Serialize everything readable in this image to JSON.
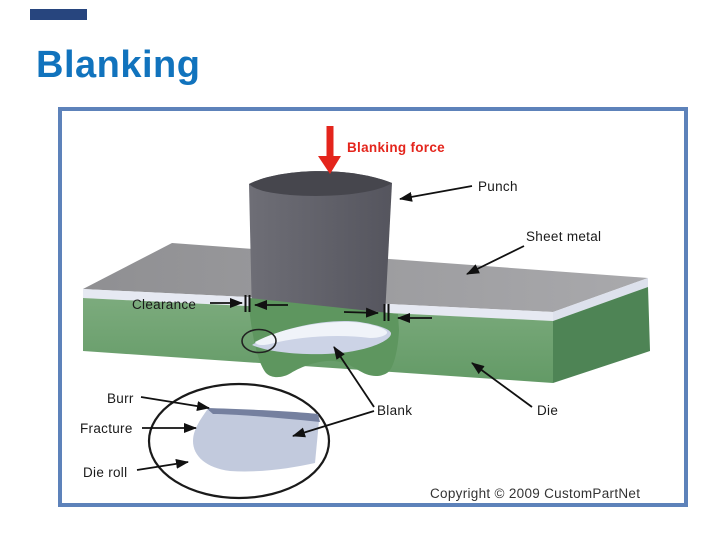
{
  "slide": {
    "accent_color": "#27457e",
    "title": "Blanking",
    "title_color": "#1173bd"
  },
  "diagram": {
    "frame_color": "#5d82ba",
    "annotations": {
      "blanking_force": "Blanking force",
      "punch": "Punch",
      "sheet_metal": "Sheet metal",
      "clearance": "Clearance",
      "blank": "Blank",
      "die": "Die",
      "burr": "Burr",
      "fracture": "Fracture",
      "die_roll": "Die roll"
    },
    "copyright": "Copyright © 2009 CustomPartNet",
    "colors": {
      "force_red": "#e4251c",
      "punch_body": "#62626b",
      "punch_top": "#46464d",
      "sheet_top_gray": "#9c9c9f",
      "sheet_edge_white": "#e6e9f2",
      "sheet_edge_white_side": "#dde1ec",
      "die_green_front": "#72a575",
      "die_green_side": "#4e8455",
      "die_green_cavity": "#5e965f",
      "blank_fill": "#ccd3e6",
      "blank_highlight": "#f0f3f9",
      "inset_body_fill": "#c2cadd",
      "burr_fill": "#75809f"
    }
  }
}
